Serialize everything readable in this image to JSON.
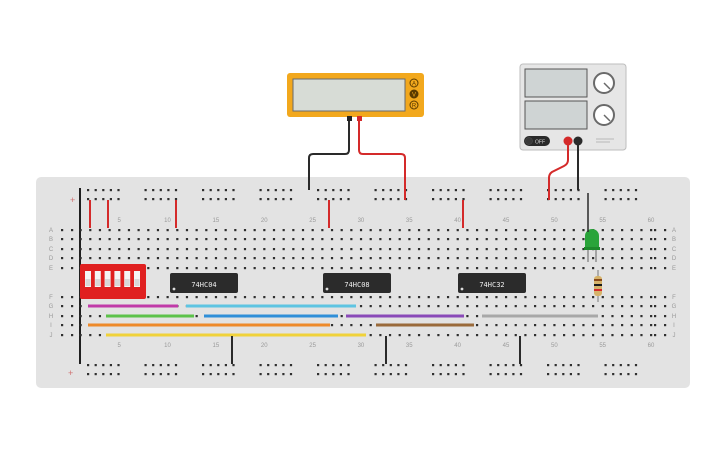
{
  "multimeter": {
    "mode_buttons": [
      "A",
      "V",
      "R"
    ],
    "colors": {
      "body": "#f2a81d",
      "screen": "#d7dcd6",
      "button": "#f2a81d"
    }
  },
  "power_supply": {
    "toggle_label": "OFF",
    "colors": {
      "body": "#e6e6e6",
      "screen": "#cfd4d4"
    }
  },
  "breadboard": {
    "column_numbers": [
      "5",
      "10",
      "15",
      "20",
      "25",
      "30",
      "35",
      "40",
      "45",
      "50",
      "55",
      "60"
    ],
    "row_labels_top": [
      "A",
      "B",
      "C",
      "D",
      "E"
    ],
    "row_labels_bottom": [
      "F",
      "G",
      "H",
      "I",
      "J"
    ],
    "power_rail_symbol": "+",
    "colors": {
      "board": "#e3e3e3",
      "hole": "#2f2f2f"
    }
  },
  "chips": [
    {
      "label": "74HC04"
    },
    {
      "label": "74HC08"
    },
    {
      "label": "74HC32"
    }
  ],
  "dip_switch": {
    "positions": 6,
    "color": "#e02020"
  },
  "led": {
    "color": "#2aa43a"
  },
  "resistor": {
    "color": "#d6b36a"
  },
  "wire_colors": {
    "red": "#d42a2a",
    "black": "#2a2a2a",
    "magenta": "#c03aa8",
    "green": "#5cc24a",
    "cyan": "#5ec4e2",
    "blue": "#2f8fd8",
    "orange": "#ee8a2a",
    "yellow": "#f0d23a",
    "purple": "#8a4ab8",
    "brown": "#9a6a3a",
    "gray": "#a8a8a8"
  }
}
